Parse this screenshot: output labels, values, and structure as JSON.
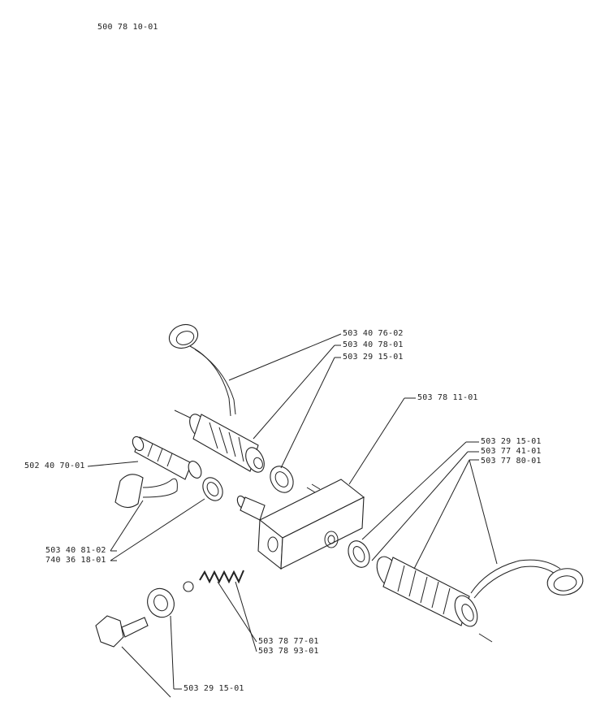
{
  "header": {
    "ref": "500 78 10-01"
  },
  "parts": {
    "hose_top_label": "503 40 76-02",
    "nut_top_label": "503 40 78-01",
    "oring_top_label": "503 29 15-01",
    "block_label": "503 78 11-01",
    "oring_right_label": "503 29 15-01",
    "washer_right_label": "503 77 41-01",
    "filter_right_label": "503 77 80-01",
    "nipple_label": "502 40 70-01",
    "cap_label": "503 40 81-02",
    "oring_left_label": "740 36 18-01",
    "spring_label": "503 78 77-01",
    "ball_label": "503 78 93-01",
    "oring_bottom_label": "503 29 15-01"
  },
  "colors": {
    "ink": "#222222",
    "paper": "#ffffff"
  }
}
